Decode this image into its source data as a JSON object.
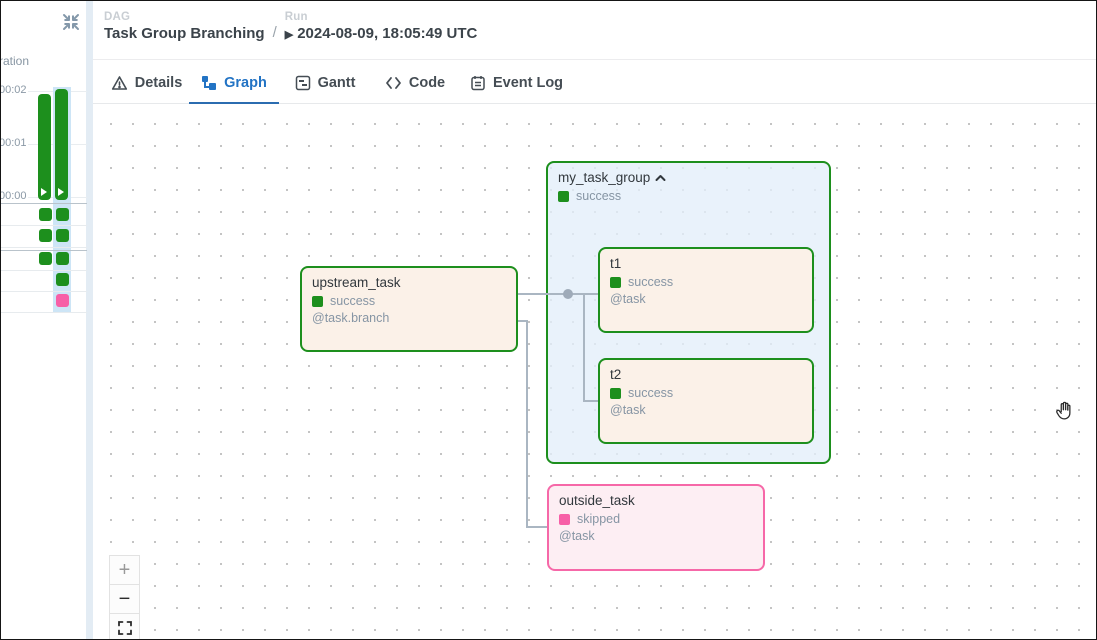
{
  "colors": {
    "success": "#1d8f1d",
    "skipped": "#f75fa7",
    "accent_blue": "#2273c4",
    "edge": "#aab6c2"
  },
  "header": {
    "dag_label": "DAG",
    "dag_title": "Task Group Branching",
    "separator": "/",
    "run_label": "Run",
    "run_marker": "▶",
    "run_value": "2024-08-09, 18:05:49 UTC"
  },
  "tabs": [
    {
      "label": "Details"
    },
    {
      "label": "Graph"
    },
    {
      "label": "Gantt"
    },
    {
      "label": "Code"
    },
    {
      "label": "Event Log"
    }
  ],
  "sidebar": {
    "duration_label": "ration",
    "ticks": [
      "00:02",
      "00:01",
      "00:00"
    ],
    "bars": [
      {
        "state": "success"
      },
      {
        "state": "success",
        "selected": true
      }
    ],
    "grid_rows": [
      [
        "success",
        "success"
      ],
      [
        "success",
        "success"
      ],
      [
        "success",
        "success"
      ],
      [
        null,
        "success"
      ],
      [
        null,
        "skipped"
      ]
    ]
  },
  "graph": {
    "group": {
      "title": "my_task_group",
      "state": "success"
    },
    "nodes": {
      "upstream": {
        "title": "upstream_task",
        "state": "success",
        "operator": "@task.branch"
      },
      "t1": {
        "title": "t1",
        "state": "success",
        "operator": "@task"
      },
      "t2": {
        "title": "t2",
        "state": "success",
        "operator": "@task"
      },
      "outside": {
        "title": "outside_task",
        "state": "skipped",
        "operator": "@task"
      }
    },
    "controls": {
      "zoom_in": "+",
      "zoom_out": "−"
    }
  }
}
